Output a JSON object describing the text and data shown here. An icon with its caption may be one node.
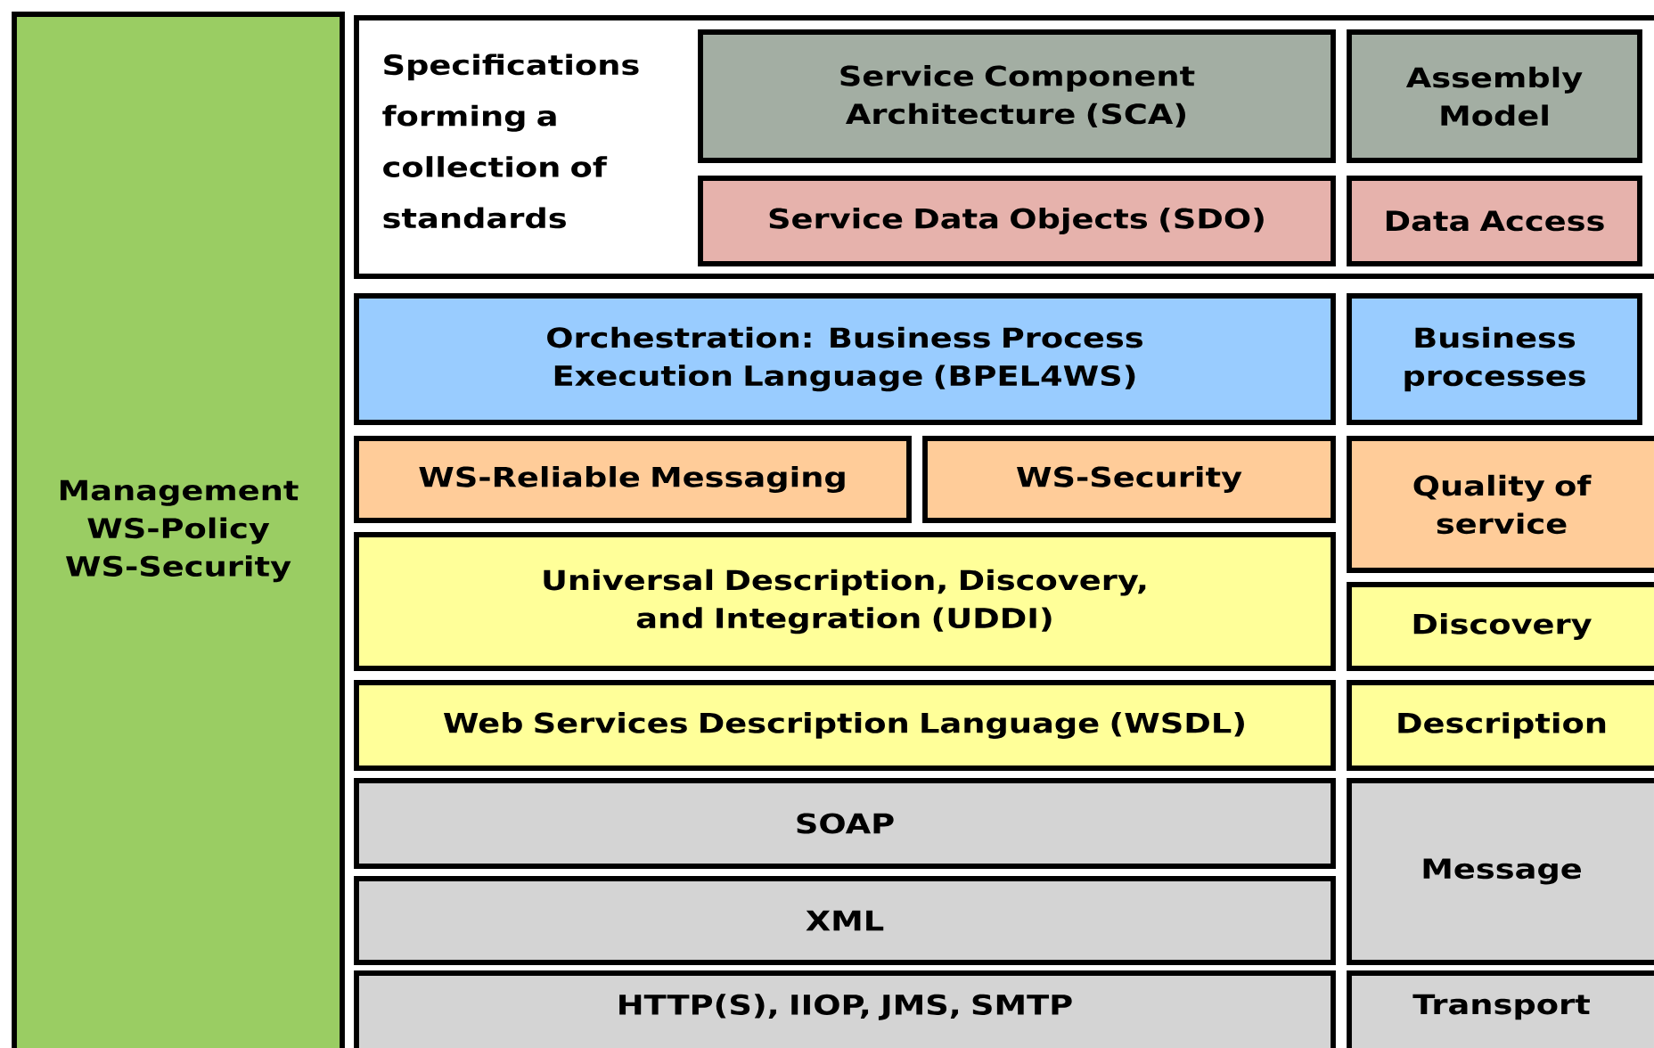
{
  "diagram": {
    "nodes": [
      {
        "text": [
          "Management",
          "WS-Policy",
          "WS-Security"
        ]
      },
      {
        "text": [
          "Specifications forming a collection of standards"
        ]
      },
      {
        "text": [
          "Service Component Architecture (SCA)"
        ],
        "in": 1
      },
      {
        "text": [
          "Assembly Model"
        ],
        "in": 1
      },
      {
        "text": [
          "Service Data Objects (SDO)"
        ],
        "in": 1
      },
      {
        "text": [
          "Data Access"
        ],
        "in": 1
      },
      {
        "text": [
          "Orchestration: Business Process Execution Language (BPEL4WS)"
        ]
      },
      {
        "text": [
          "Business processes"
        ]
      },
      {
        "text": [
          "WS-Reliable Messaging"
        ]
      },
      {
        "text": [
          "WS-Security"
        ]
      },
      {
        "text": [
          "Quality of service"
        ]
      },
      {
        "text": [
          "Universal Description, Discovery, and Integration (UDDI)"
        ]
      },
      {
        "text": [
          "Discovery"
        ]
      },
      {
        "text": [
          "Web Services Description Language (WSDL)"
        ]
      },
      {
        "text": [
          "Description"
        ]
      },
      {
        "text": [
          "SOAP"
        ]
      },
      {
        "text": [
          "XML"
        ]
      },
      {
        "text": [
          "Message"
        ]
      },
      {
        "text": [
          "HTTP(S), IIOP, JMS, SMTP"
        ]
      },
      {
        "text": [
          "Transport"
        ]
      }
    ],
    "edges": []
  }
}
